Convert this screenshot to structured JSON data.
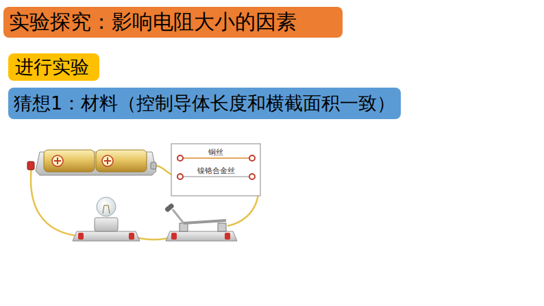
{
  "diagram": {
    "nodes": [
      {
        "text": [
          "实验探究：影响电阻大小的因素"
        ]
      },
      {
        "text": [
          "进行实验"
        ]
      },
      {
        "text": [
          "猜想1：材料（控制导体长度和横截面积一致）"
        ]
      },
      {
        "text": [
          "铜丝",
          "镍铬合金丝"
        ]
      }
    ]
  }
}
